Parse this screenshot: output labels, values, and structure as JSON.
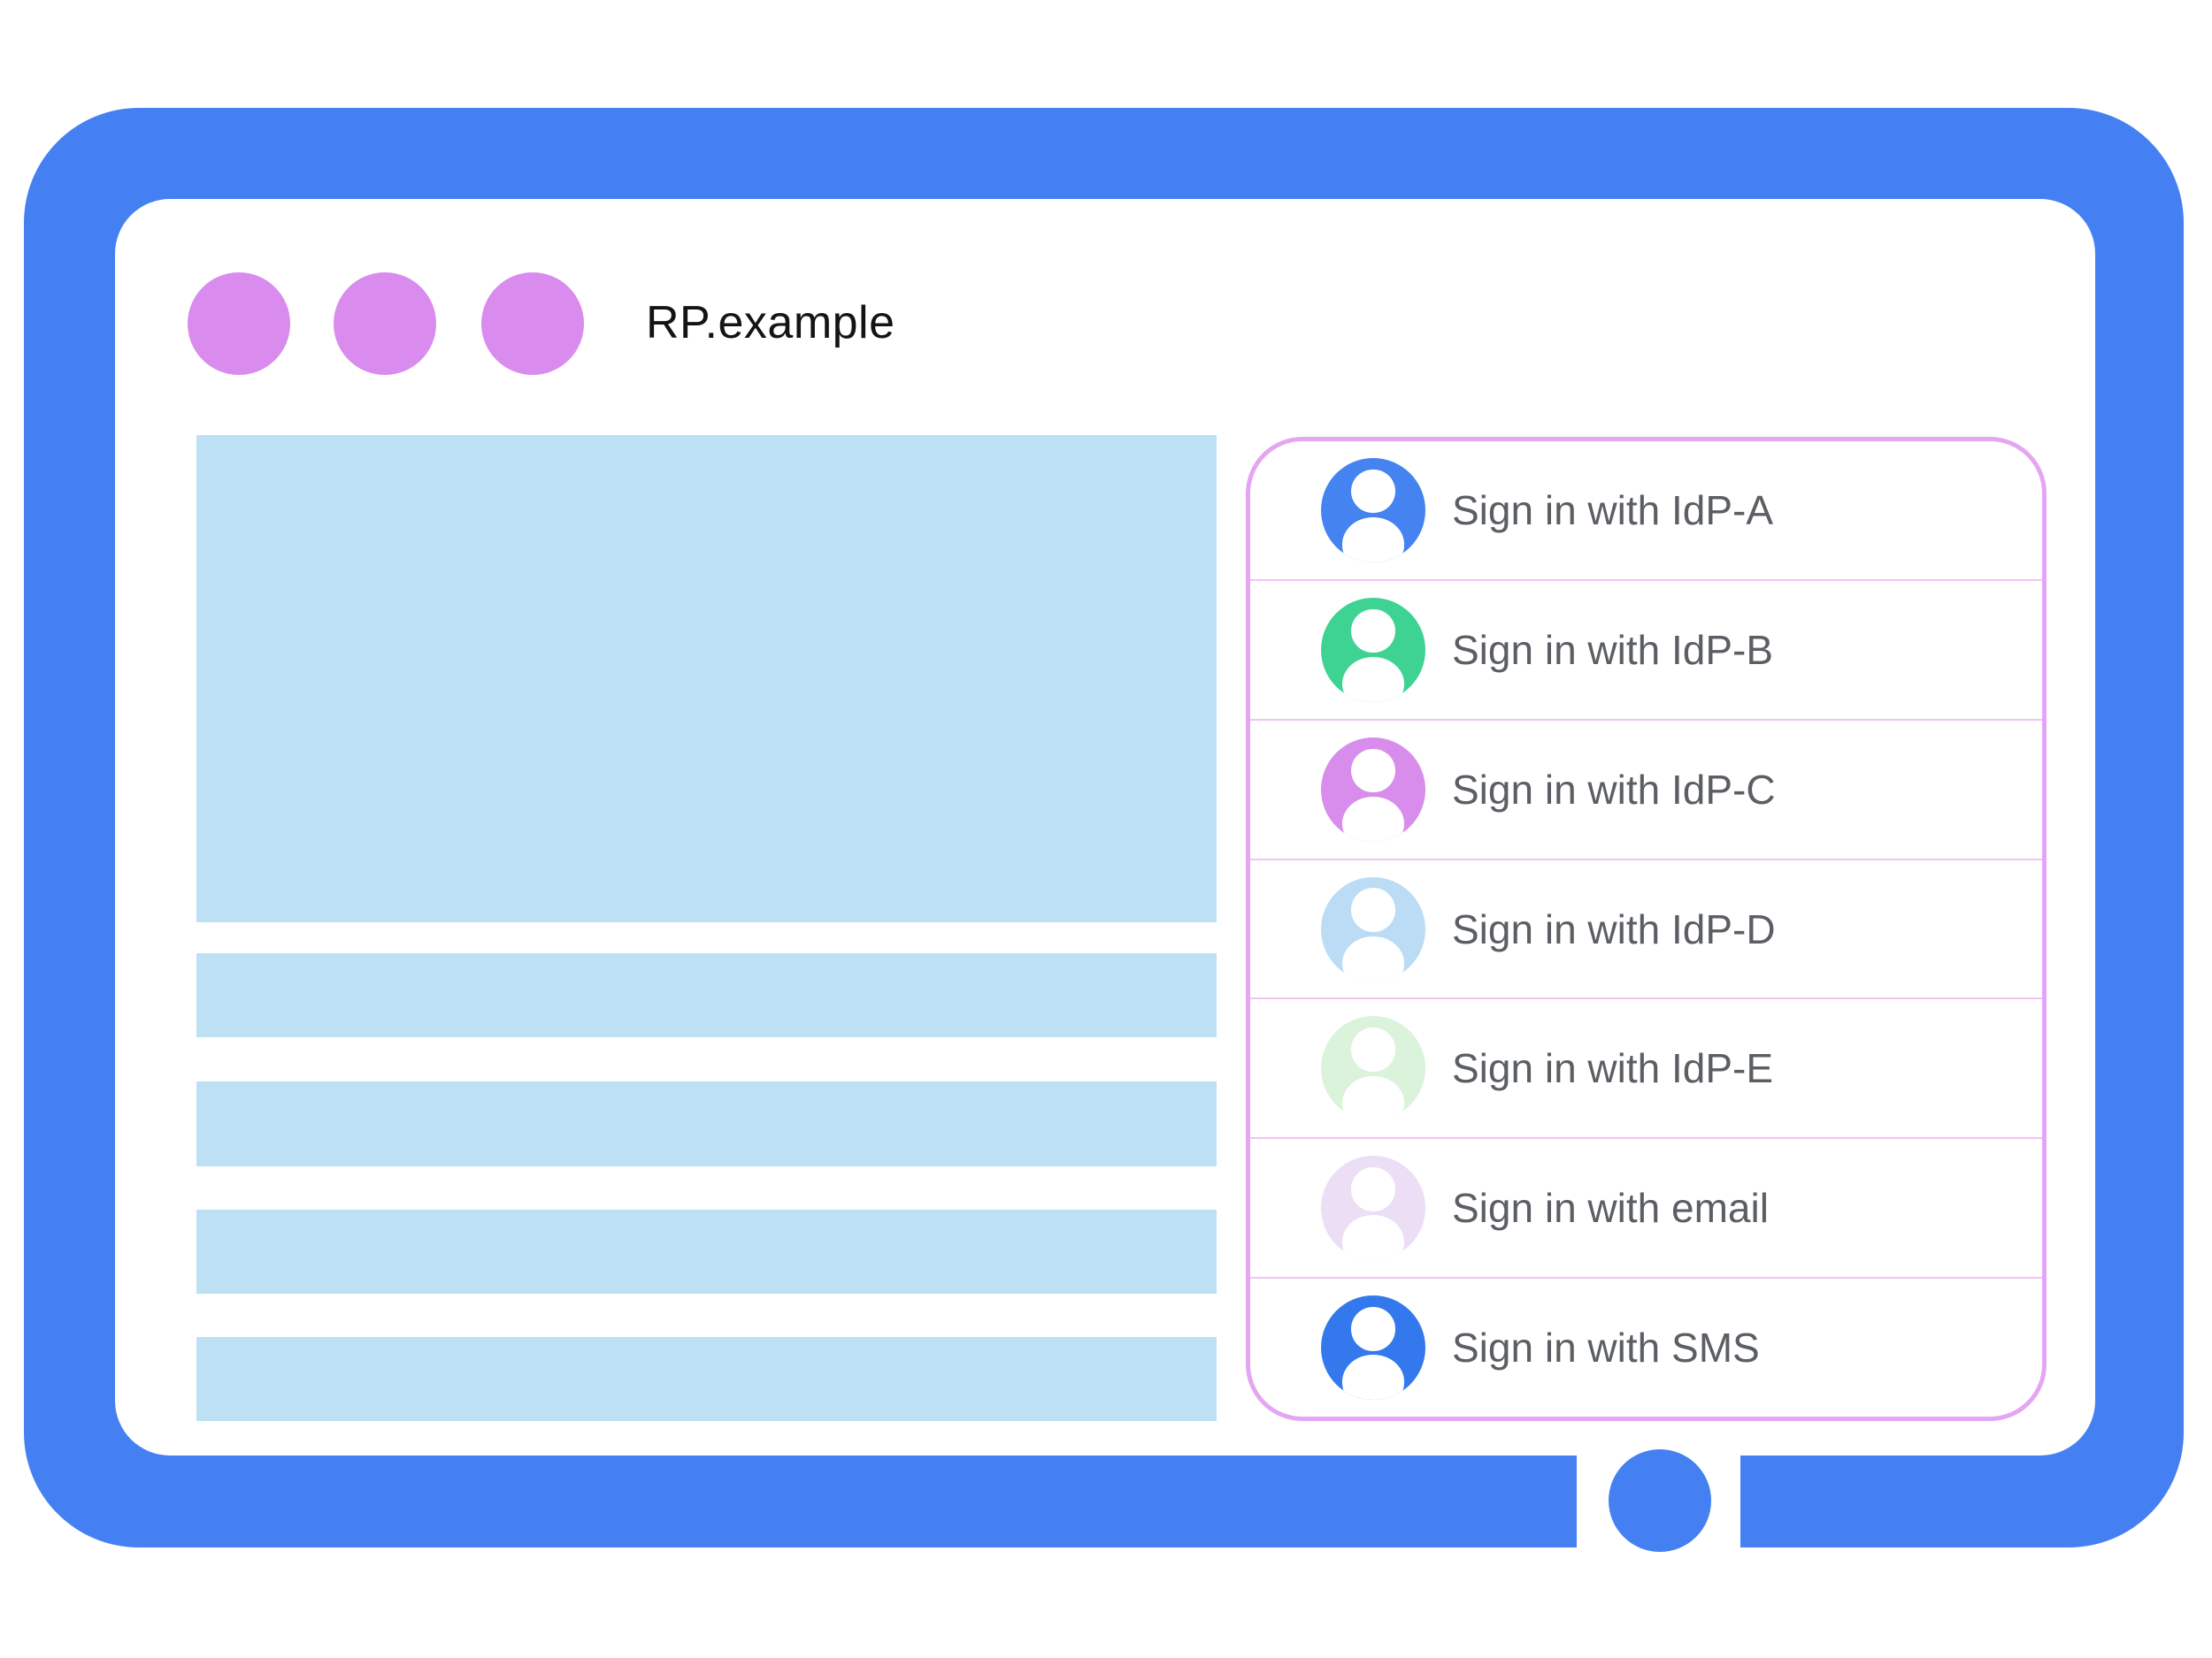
{
  "window": {
    "title": "RP.example"
  },
  "signin_panel": {
    "options": [
      {
        "label": "Sign in with IdP-A",
        "avatar_icon": "person-avatar-icon",
        "avatar_color": "#4483F0"
      },
      {
        "label": "Sign in with IdP-B",
        "avatar_icon": "person-avatar-icon",
        "avatar_color": "#3FD393"
      },
      {
        "label": "Sign in with IdP-C",
        "avatar_icon": "person-avatar-icon",
        "avatar_color": "#D88DEC"
      },
      {
        "label": "Sign in with IdP-D",
        "avatar_icon": "person-avatar-icon",
        "avatar_color": "#BBDCF4"
      },
      {
        "label": "Sign in with IdP-E",
        "avatar_icon": "person-avatar-icon",
        "avatar_color": "#DBF3DA"
      },
      {
        "label": "Sign in with email",
        "avatar_icon": "person-avatar-icon",
        "avatar_color": "#EBDEF5"
      },
      {
        "label": "Sign in with SMS",
        "avatar_icon": "person-avatar-icon",
        "avatar_color": "#3378EC"
      }
    ]
  },
  "colors": {
    "frame_blue": "#4580F3",
    "window_dot_purple": "#D98CEE",
    "placeholder_blue": "#BEE0F4",
    "panel_border_pink": "#E3A6F3",
    "panel_divider_pink": "#F2C2F5",
    "label_gray": "#5B5F64",
    "title_black": "#141414"
  }
}
